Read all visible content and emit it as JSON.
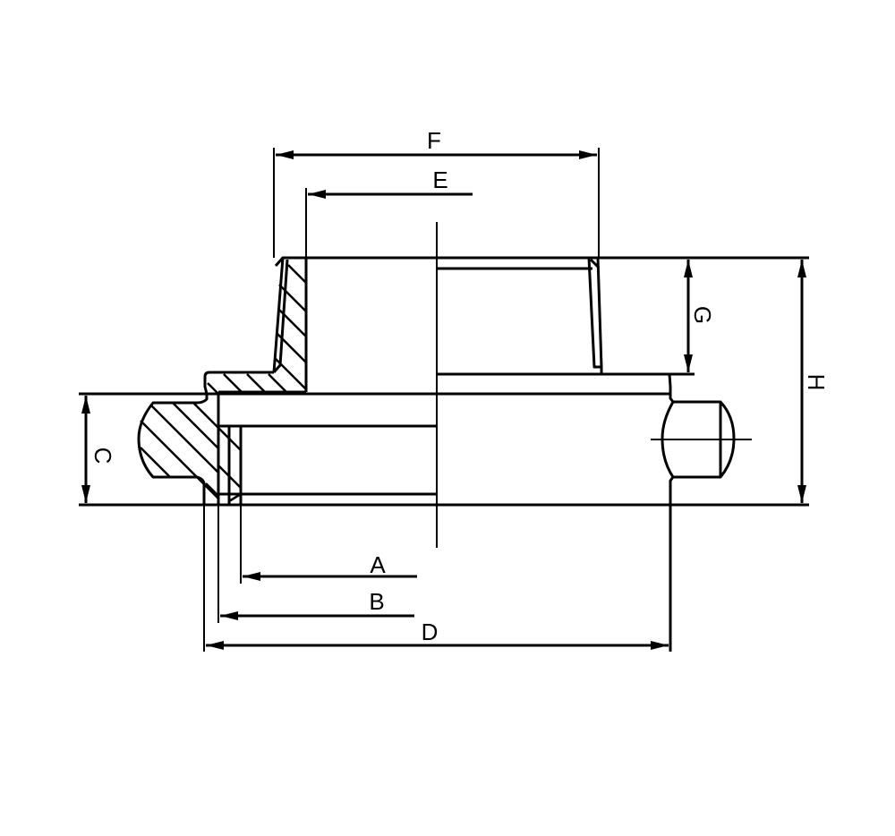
{
  "diagram": {
    "type": "technical cross-section drawing (pipe fitting / ferrule with clamp flange)",
    "dimension_labels": {
      "A": "A",
      "B": "B",
      "C": "C",
      "D": "D",
      "E": "E",
      "F": "F",
      "G": "G",
      "H": "H"
    },
    "colors": {
      "line": "#000000",
      "background": "#ffffff"
    }
  }
}
